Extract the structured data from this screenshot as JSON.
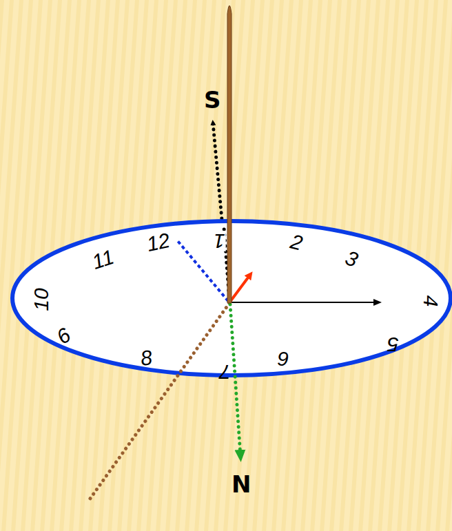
{
  "diagram": {
    "labels": [
      "S",
      "12",
      "1",
      "2",
      "3",
      "11",
      "10",
      "4",
      "6",
      "5",
      "8",
      "7",
      "9",
      "N"
    ]
  }
}
